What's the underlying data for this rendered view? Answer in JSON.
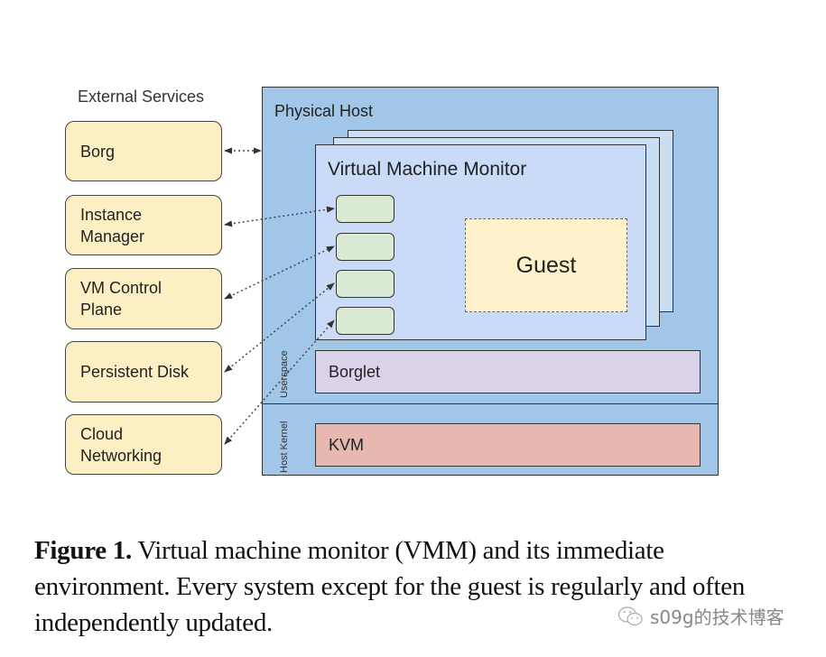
{
  "diagram": {
    "external_services_title": "External Services",
    "external_services": [
      {
        "line1": "Borg",
        "line2": ""
      },
      {
        "line1": "Instance",
        "line2": "Manager"
      },
      {
        "line1": "VM Control",
        "line2": "Plane"
      },
      {
        "line1": "Persistent Disk",
        "line2": ""
      },
      {
        "line1": "Cloud",
        "line2": "Networking"
      }
    ],
    "physical_host_title": "Physical Host",
    "vmm_title": "Virtual Machine Monitor",
    "guest_label": "Guest",
    "borglet_label": "Borglet",
    "kvm_label": "KVM",
    "userspace_label": "Userspace",
    "host_kernel_label": "Host Kernel"
  },
  "caption": {
    "figure_label": "Figure 1.",
    "text": " Virtual machine monitor (VMM) and its immediate environment. Every system except for the guest is regularly and often independently updated."
  },
  "watermark": {
    "icon": "wechat-icon",
    "text": "s09g的技术博客"
  }
}
